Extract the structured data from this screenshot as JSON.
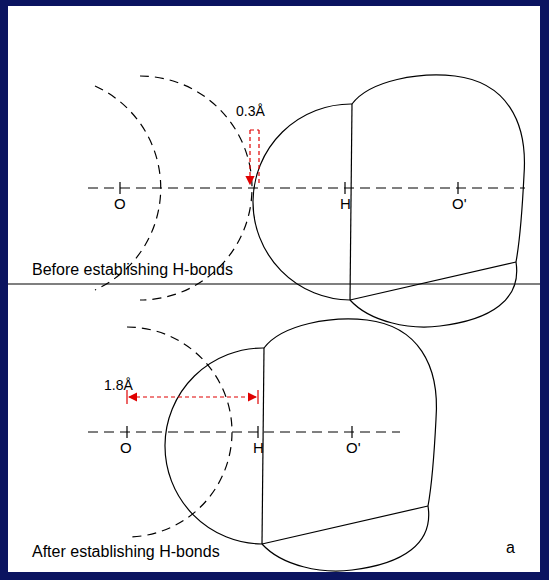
{
  "diagram": {
    "labels": [
      "0.3Å",
      "O",
      "H",
      "O'",
      "Before establishing H-bonds",
      "1.8Å",
      "O",
      "H",
      "O'",
      "After establishing H-bonds",
      "a"
    ]
  }
}
